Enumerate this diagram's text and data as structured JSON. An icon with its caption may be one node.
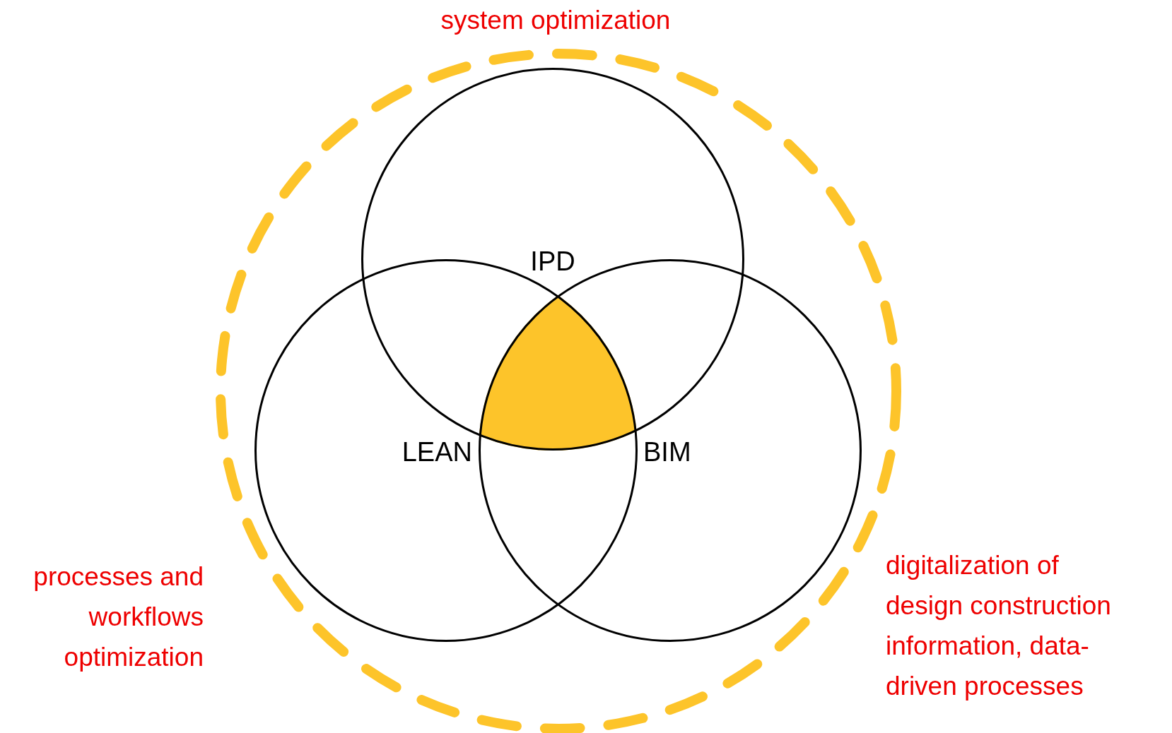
{
  "diagram": {
    "nodes": [
      {
        "text": [
          "IPD"
        ]
      },
      {
        "text": [
          "LEAN"
        ]
      },
      {
        "text": [
          "BIM"
        ]
      }
    ],
    "edges": [],
    "labels": [
      "system optimization",
      "processes and workflows optimization",
      "digitalization of design construction information, data-driven processes"
    ]
  }
}
